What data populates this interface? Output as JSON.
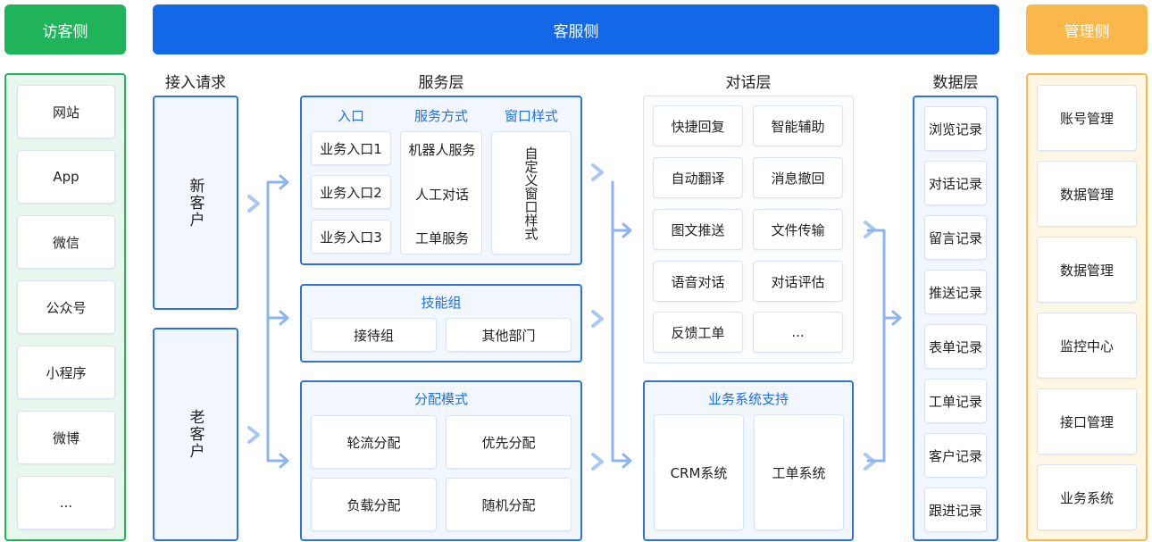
{
  "headers": {
    "visitor": "访客侧",
    "service": "客服侧",
    "admin": "管理侧"
  },
  "columns": {
    "access": "接入请求",
    "service_layer": "服务层",
    "dialog_layer": "对话层",
    "data_layer": "数据层"
  },
  "visitor_items": [
    "网站",
    "App",
    "微信",
    "公众号",
    "小程序",
    "微博",
    "..."
  ],
  "access_items": [
    "新客户",
    "老客户"
  ],
  "service_entry": {
    "headers": [
      "入口",
      "服务方式",
      "窗口样式"
    ],
    "entries": [
      "业务入口1",
      "业务入口2",
      "业务入口3"
    ],
    "methods": [
      "机器人服务",
      "人工对话",
      "工单服务"
    ],
    "window_style": "自定义窗口样式"
  },
  "skill_group": {
    "title": "技能组",
    "items": [
      "接待组",
      "其他部门"
    ]
  },
  "dispatch": {
    "title": "分配模式",
    "items": [
      "轮流分配",
      "优先分配",
      "负载分配",
      "随机分配"
    ]
  },
  "dialog_items": [
    "快捷回复",
    "智能辅助",
    "自动翻译",
    "消息撤回",
    "图文推送",
    "文件传输",
    "语音对话",
    "对话评估",
    "反馈工单",
    "..."
  ],
  "business_support": {
    "title": "业务系统支持",
    "items": [
      "CRM系统",
      "工单系统"
    ]
  },
  "data_items": [
    "浏览记录",
    "对话记录",
    "留言记录",
    "推送记录",
    "表单记录",
    "工单记录",
    "客户记录",
    "跟进记录"
  ],
  "admin_items": [
    "账号管理",
    "数据管理",
    "数据管理",
    "监控中心",
    "接口管理",
    "业务系统"
  ],
  "colors": {
    "visitor": "#1fb35a",
    "service": "#1268e6",
    "admin": "#fbb84a",
    "panel_border": "#2f73d9"
  }
}
